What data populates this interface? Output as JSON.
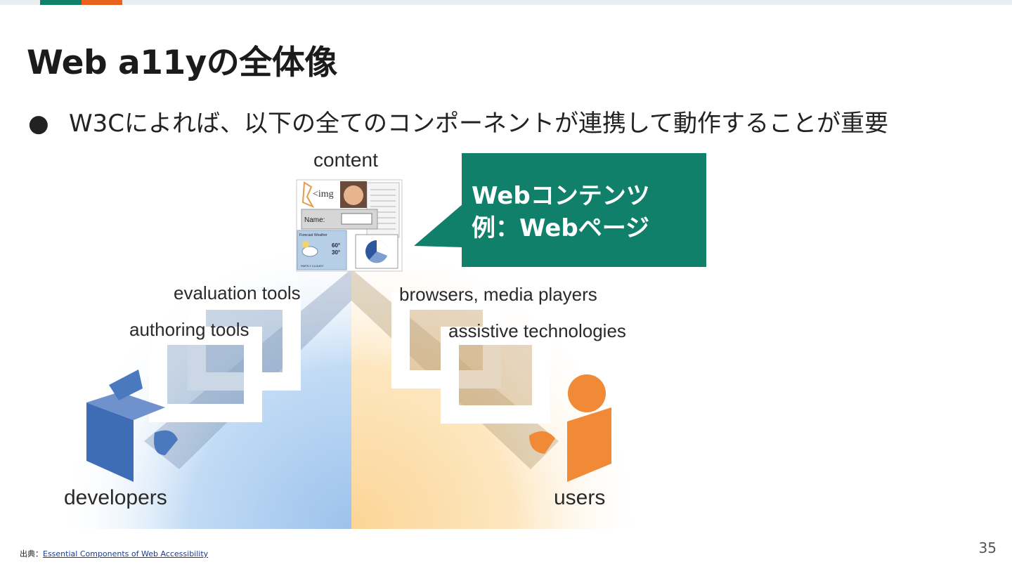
{
  "slide": {
    "title": "Web a11yの全体像",
    "bullet_marker": "●",
    "bullet_text": "W3Cによれば、以下の全てのコンポーネントが連携して動作することが重要",
    "page_number": "35"
  },
  "diagram": {
    "content_label": "content",
    "evaluation_label": "evaluation tools",
    "authoring_label": "authoring tools",
    "browsers_label": "browsers, media players",
    "assistive_label": "assistive technologies",
    "developers_label": "developers",
    "users_label": "users",
    "thumb": {
      "img_tag": "<img",
      "name_label": "Name:",
      "weather_title": "Forecast Weather",
      "temp_high": "60°",
      "temp_low": "30°",
      "weather_caption": "PARTLY CLOUDY"
    }
  },
  "callout": {
    "line1": "Webコンテンツ",
    "line2": "例：Webページ"
  },
  "source": {
    "prefix": "出典：",
    "link_text": "Essential Components of Web Accessibility"
  },
  "colors": {
    "accent_green": "#11806a",
    "accent_orange": "#e9621d",
    "developer_blue": "#4a79c0",
    "user_orange": "#f08a36"
  }
}
